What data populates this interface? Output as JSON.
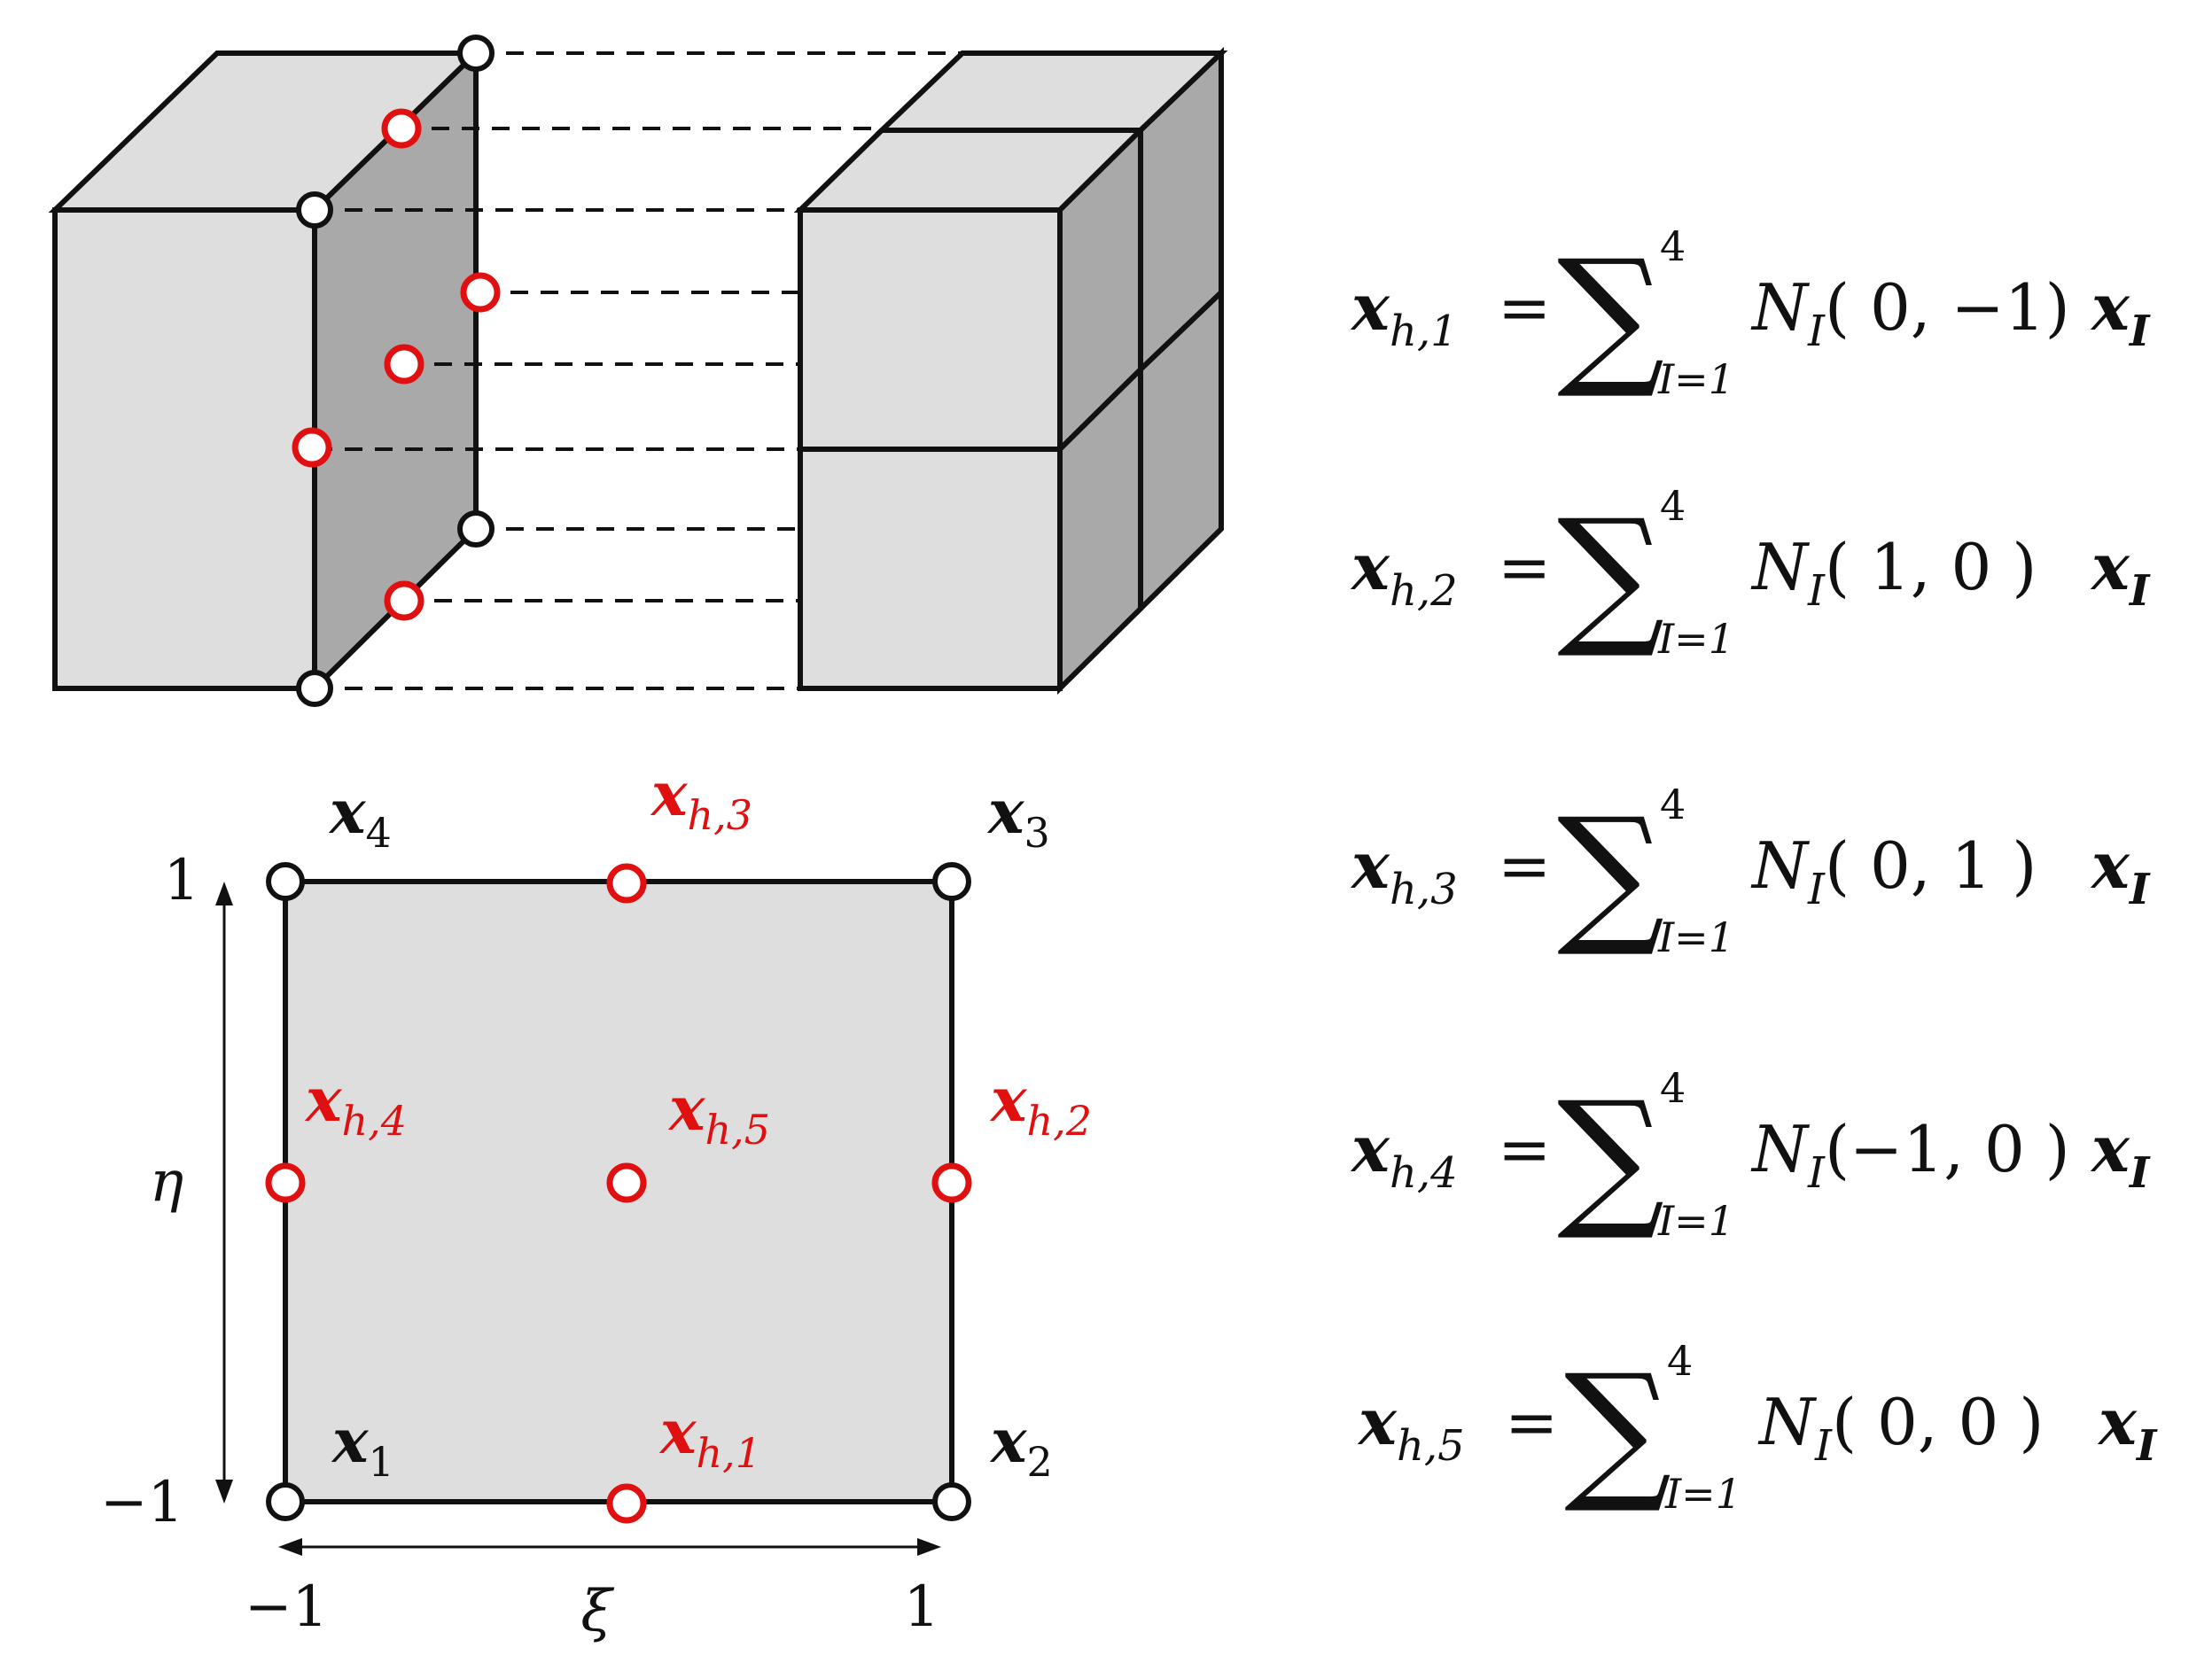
{
  "corner_nodes": [
    {
      "symbol": "x",
      "sub": "4"
    },
    {
      "symbol": "x",
      "sub": "3"
    },
    {
      "symbol": "x",
      "sub": "1"
    },
    {
      "symbol": "x",
      "sub": "2"
    }
  ],
  "hanging_nodes": [
    {
      "symbol": "x",
      "sub": "h,3"
    },
    {
      "symbol": "x",
      "sub": "h,4"
    },
    {
      "symbol": "x",
      "sub": "h,5"
    },
    {
      "symbol": "x",
      "sub": "h,2"
    },
    {
      "symbol": "x",
      "sub": "h,1"
    }
  ],
  "axes": {
    "eta_label": "η",
    "xi_label": "ξ",
    "eta_top": "1",
    "eta_bottom": "−1",
    "xi_left": "−1",
    "xi_right": "1"
  },
  "equations": [
    {
      "lhs_sub": "h,1",
      "sum_upper": "4",
      "sum_lower": "I=1",
      "func": "N",
      "func_sub": "I",
      "args": "(   0, −1)",
      "rhs_sub": "I"
    },
    {
      "lhs_sub": "h,2",
      "sum_upper": "4",
      "sum_lower": "I=1",
      "func": "N",
      "func_sub": "I",
      "args": "(   1, 0   )",
      "rhs_sub": "I"
    },
    {
      "lhs_sub": "h,3",
      "sum_upper": "4",
      "sum_lower": "I=1",
      "func": "N",
      "func_sub": "I",
      "args": "(   0, 1   )",
      "rhs_sub": "I"
    },
    {
      "lhs_sub": "h,4",
      "sum_upper": "4",
      "sum_lower": "I=1",
      "func": "N",
      "func_sub": "I",
      "args": "(−1, 0   )",
      "rhs_sub": "I"
    },
    {
      "lhs_sub": "h,5",
      "sum_upper": "4",
      "sum_lower": "I=1",
      "func": "N",
      "func_sub": "I",
      "args": "(  0, 0   )",
      "rhs_sub": "I"
    }
  ],
  "symbols": {
    "x": "x",
    "equals": "=",
    "sigma": "∑"
  },
  "colors": {
    "red": "#e01010",
    "face_light": "#dedede",
    "face_dark": "#a9a9a9",
    "line": "#111111"
  }
}
